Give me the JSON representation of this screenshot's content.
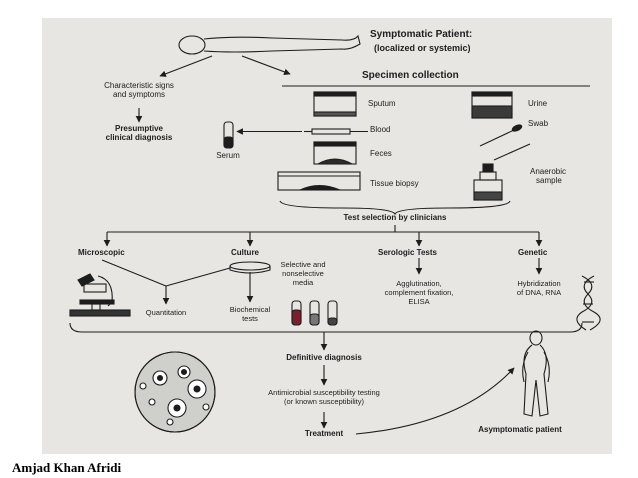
{
  "top": {
    "title_line1": "Symptomatic Patient:",
    "title_line2": "(localized or systemic)"
  },
  "left": {
    "signs_line1": "Characteristic signs",
    "signs_line2": "and symptoms",
    "presumptive_line1": "Presumptive",
    "presumptive_line2": "clinical diagnosis",
    "serum": "Serum"
  },
  "specimen": {
    "heading": "Specimen collection",
    "sputum": "Sputum",
    "blood": "Blood",
    "feces": "Feces",
    "tissue": "Tissue biopsy",
    "urine": "Urine",
    "swab": "Swab",
    "anaerobic_line1": "Anaerobic",
    "anaerobic_line2": "sample"
  },
  "tests": {
    "heading": "Test selection by clinicians",
    "microscopic": "Microscopic",
    "culture": "Culture",
    "serologic": "Serologic Tests",
    "genetic": "Genetic",
    "selective_line1": "Selective and",
    "selective_line2": "nonselective",
    "selective_line3": "media",
    "quantitation": "Quantitation",
    "biochemical_line1": "Biochemical",
    "biochemical_line2": "tests",
    "serologic_line1": "Agglutination,",
    "serologic_line2": "complement fixation,",
    "serologic_line3": "ELISA",
    "genetic_line1": "Hybridization",
    "genetic_line2": "of DNA, RNA"
  },
  "bottom": {
    "definitive": "Definitive diagnosis",
    "susceptibility_line1": "Antimicrobial susceptibility testing",
    "susceptibility_line2": "(or known susceptibility)",
    "treatment": "Treatment",
    "asymptomatic": "Asymptomatic patient"
  },
  "footer": {
    "author": "Amjad Khan Afridi"
  },
  "colors": {
    "paper": "#e7e6e2",
    "ink": "#1d1d1d",
    "tube_fill": "#7a1f2e"
  }
}
